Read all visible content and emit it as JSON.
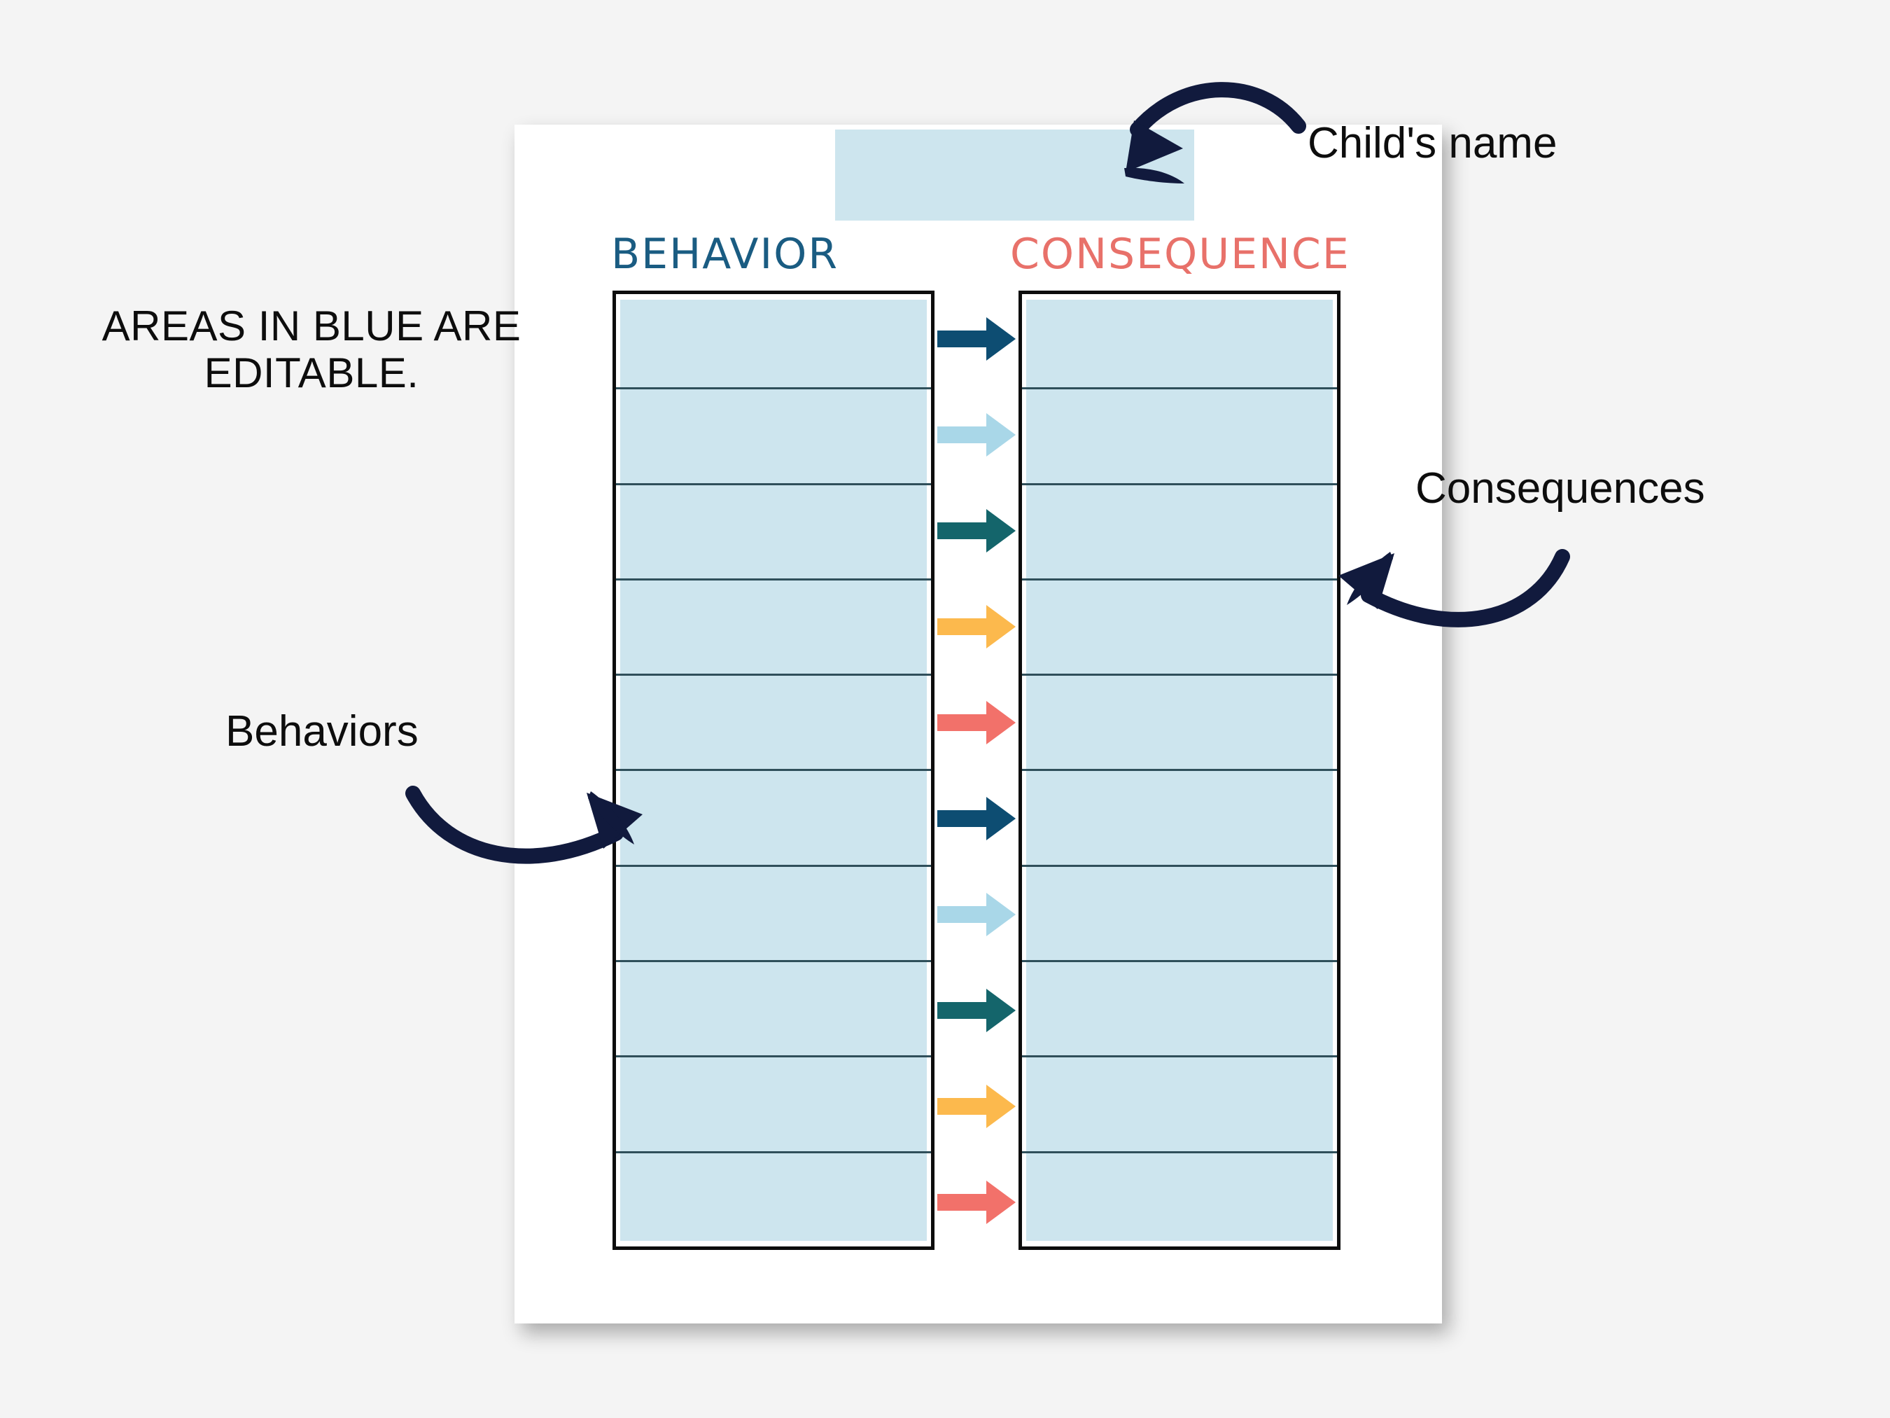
{
  "document": {
    "title": "Behavior and Consequence Chart",
    "background_color": "#f4f4f4",
    "page_color": "#ffffff",
    "editable_fill_color": "#cde5ee"
  },
  "worksheet": {
    "name_field": {
      "label": "child-name-field",
      "value": "",
      "placeholder": ""
    },
    "columns": [
      {
        "id": "behavior",
        "heading": "BEHAVIOR",
        "heading_color": "#1a5c82",
        "row_count": 10,
        "rows": [
          "",
          "",
          "",
          "",
          "",
          "",
          "",
          "",
          "",
          ""
        ]
      },
      {
        "id": "consequence",
        "heading": "CONSEQUENCE",
        "heading_color": "#e8716a",
        "row_count": 10,
        "rows": [
          "",
          "",
          "",
          "",
          "",
          "",
          "",
          "",
          "",
          ""
        ]
      }
    ],
    "flow_arrows": [
      {
        "index": 1,
        "color": "#0d4d72",
        "name": "navy"
      },
      {
        "index": 2,
        "color": "#a9d7e8",
        "name": "light-blue"
      },
      {
        "index": 3,
        "color": "#14656b",
        "name": "teal"
      },
      {
        "index": 4,
        "color": "#fcb94d",
        "name": "amber"
      },
      {
        "index": 5,
        "color": "#f2716a",
        "name": "coral"
      },
      {
        "index": 6,
        "color": "#0d4d72",
        "name": "navy"
      },
      {
        "index": 7,
        "color": "#a9d7e8",
        "name": "light-blue"
      },
      {
        "index": 8,
        "color": "#14656b",
        "name": "teal"
      },
      {
        "index": 9,
        "color": "#fcb94d",
        "name": "amber"
      },
      {
        "index": 10,
        "color": "#f2716a",
        "name": "coral"
      }
    ]
  },
  "annotations": {
    "color": "#111a3d",
    "childs_name": "Child's name",
    "editable_note": "AREAS IN BLUE ARE EDITABLE.",
    "behaviors": "Behaviors",
    "consequences": "Consequences"
  }
}
